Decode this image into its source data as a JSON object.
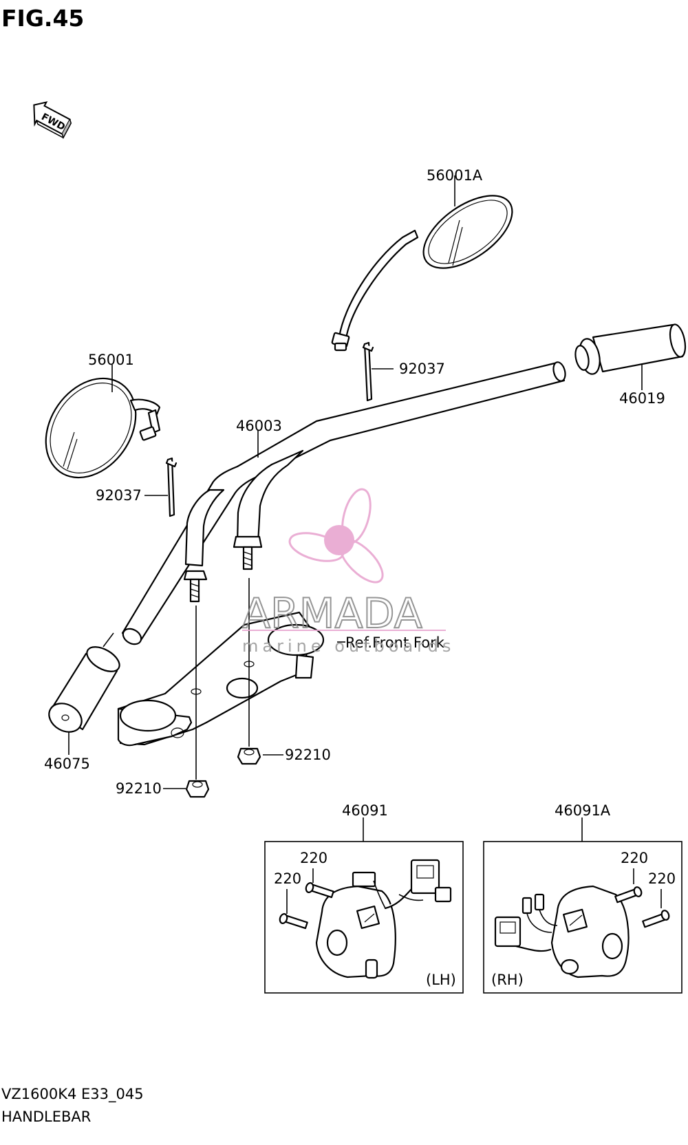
{
  "figure": {
    "title": "FIG.45",
    "fwd_label": "FWD",
    "model_code": "VZ1600K4 E33_045",
    "section_name": "HANDLEBAR"
  },
  "parts": {
    "mirror_right": "56001A",
    "mirror_left": "56001",
    "tie_right": "92037",
    "tie_left": "92037",
    "grip_right": "46019",
    "handlebar": "46003",
    "grip_left": "46075",
    "nut_center": "92210",
    "nut_left": "92210",
    "ref_front_fork": "Ref.Front Fork",
    "switch_lh": "46091",
    "switch_rh": "46091A",
    "screw_lh_1": "220",
    "screw_lh_2": "220",
    "screw_rh_1": "220",
    "screw_rh_2": "220",
    "lh_tag": "(LH)",
    "rh_tag": "(RH)"
  },
  "watermark": {
    "brand": "ARMADA",
    "sub": "marine outboards",
    "color_pink": "#e8a6d0",
    "color_pink_dark": "#d77ab8"
  }
}
